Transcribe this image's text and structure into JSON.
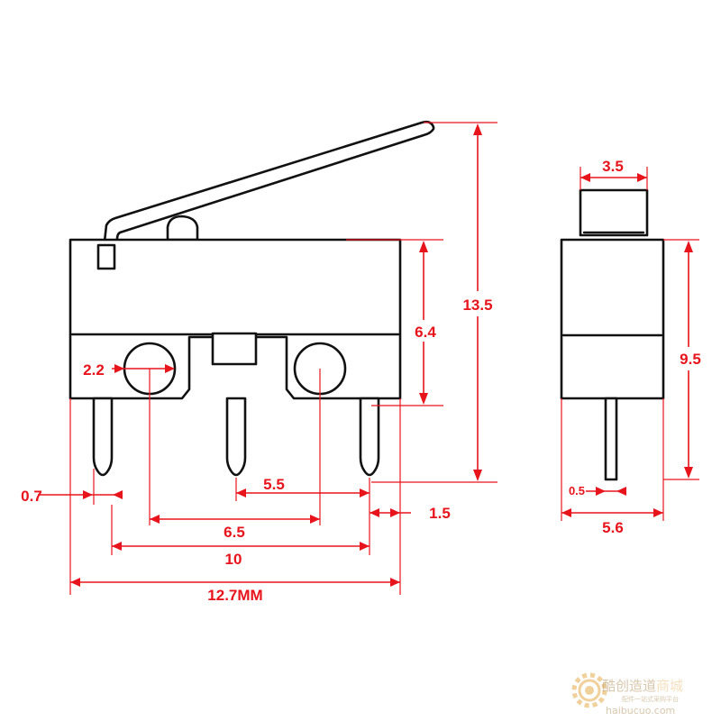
{
  "drawing": {
    "unit_label": "12.7MM",
    "colors": {
      "outline": "#111111",
      "dimension": "#e8141c",
      "background": "#ffffff",
      "watermark": "#b89a6a"
    },
    "front_view": {
      "dimensions": {
        "height_total": "13.5",
        "body_height": "6.4",
        "hole_diameter": "2.2",
        "pin_width": "0.7",
        "pin_pitch_right": "5.5",
        "hole_pitch": "6.5",
        "pin_span": "10",
        "edge_offset": "1.5",
        "body_width": "12.7MM"
      }
    },
    "side_view": {
      "dimensions": {
        "plunger_width": "3.5",
        "body_height": "9.5",
        "pin_thickness": "0.5",
        "body_depth": "5.6"
      }
    },
    "watermark": {
      "line1": "酷创造道",
      "line1_accent": "商城",
      "line2": "配件一站式采购平台",
      "url": "haibucuo.com"
    }
  }
}
